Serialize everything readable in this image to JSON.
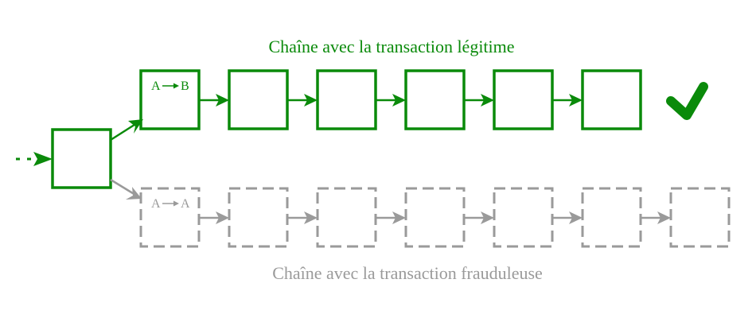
{
  "legit_chain": {
    "title": "Chaîne avec la transaction légitime",
    "tx_from": "A",
    "tx_to": "B",
    "color": "#0a8a0a",
    "block_count": 6,
    "status_icon": "checkmark-icon"
  },
  "fraud_chain": {
    "title": "Chaîne avec la transaction frauduleuse",
    "tx_from": "A",
    "tx_to": "A",
    "color": "#9a9a9a",
    "block_count": 7
  }
}
